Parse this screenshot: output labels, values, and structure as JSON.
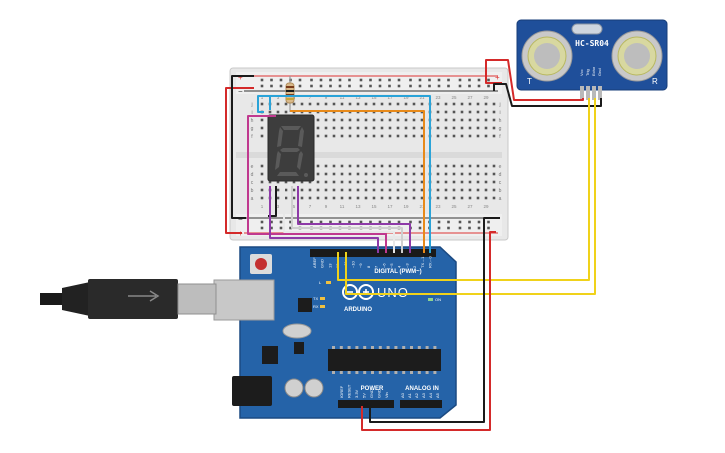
{
  "sensor": {
    "model": "HC-SR04",
    "left_mark": "T",
    "right_mark": "R",
    "pins": [
      "Vcc",
      "Trig",
      "Echo",
      "Gnd"
    ]
  },
  "breadboard": {
    "rail_plus": "+",
    "rail_minus": "−",
    "row_letters_top": [
      "j",
      "i",
      "h",
      "g",
      "f"
    ],
    "row_letters_bottom": [
      "e",
      "d",
      "c",
      "b",
      "a"
    ],
    "column_numbers": [
      "1",
      "3",
      "5",
      "7",
      "9",
      "11",
      "13",
      "15",
      "17",
      "19",
      "21",
      "23",
      "25",
      "27",
      "29"
    ]
  },
  "arduino": {
    "brand": "ARDUINO",
    "model": "UNO",
    "digital_label": "DIGITAL (PWM~)",
    "power_label": "POWER",
    "analog_label": "ANALOG IN",
    "digital_pins": [
      "AREF",
      "GND",
      "13",
      "12",
      "~11",
      "~10",
      "~9",
      "8",
      "7",
      "~6",
      "~5",
      "4",
      "~3",
      "2",
      "TX→1",
      "RX←0"
    ],
    "power_pins": [
      "IOREF",
      "RESET",
      "3.3V",
      "5V",
      "GND",
      "GND",
      "Vin"
    ],
    "analog_pins": [
      "A0",
      "A1",
      "A2",
      "A3",
      "A4",
      "A5"
    ],
    "led_labels": [
      "TX",
      "RX",
      "L",
      "ON"
    ]
  },
  "display": {
    "digit": "8"
  },
  "colors": {
    "board": "#2563a8",
    "board_dark": "#1b4a82",
    "sensor": "#1f4f9a",
    "wire_red": "#d42a2a",
    "wire_black": "#1a1a1a",
    "wire_yellow": "#f0d21a",
    "wire_cyan": "#2aa3d8",
    "wire_purple": "#8e3aa8",
    "wire_magenta": "#c0398f",
    "wire_white": "#e8e8e8",
    "wire_orange": "#e88a1a"
  }
}
